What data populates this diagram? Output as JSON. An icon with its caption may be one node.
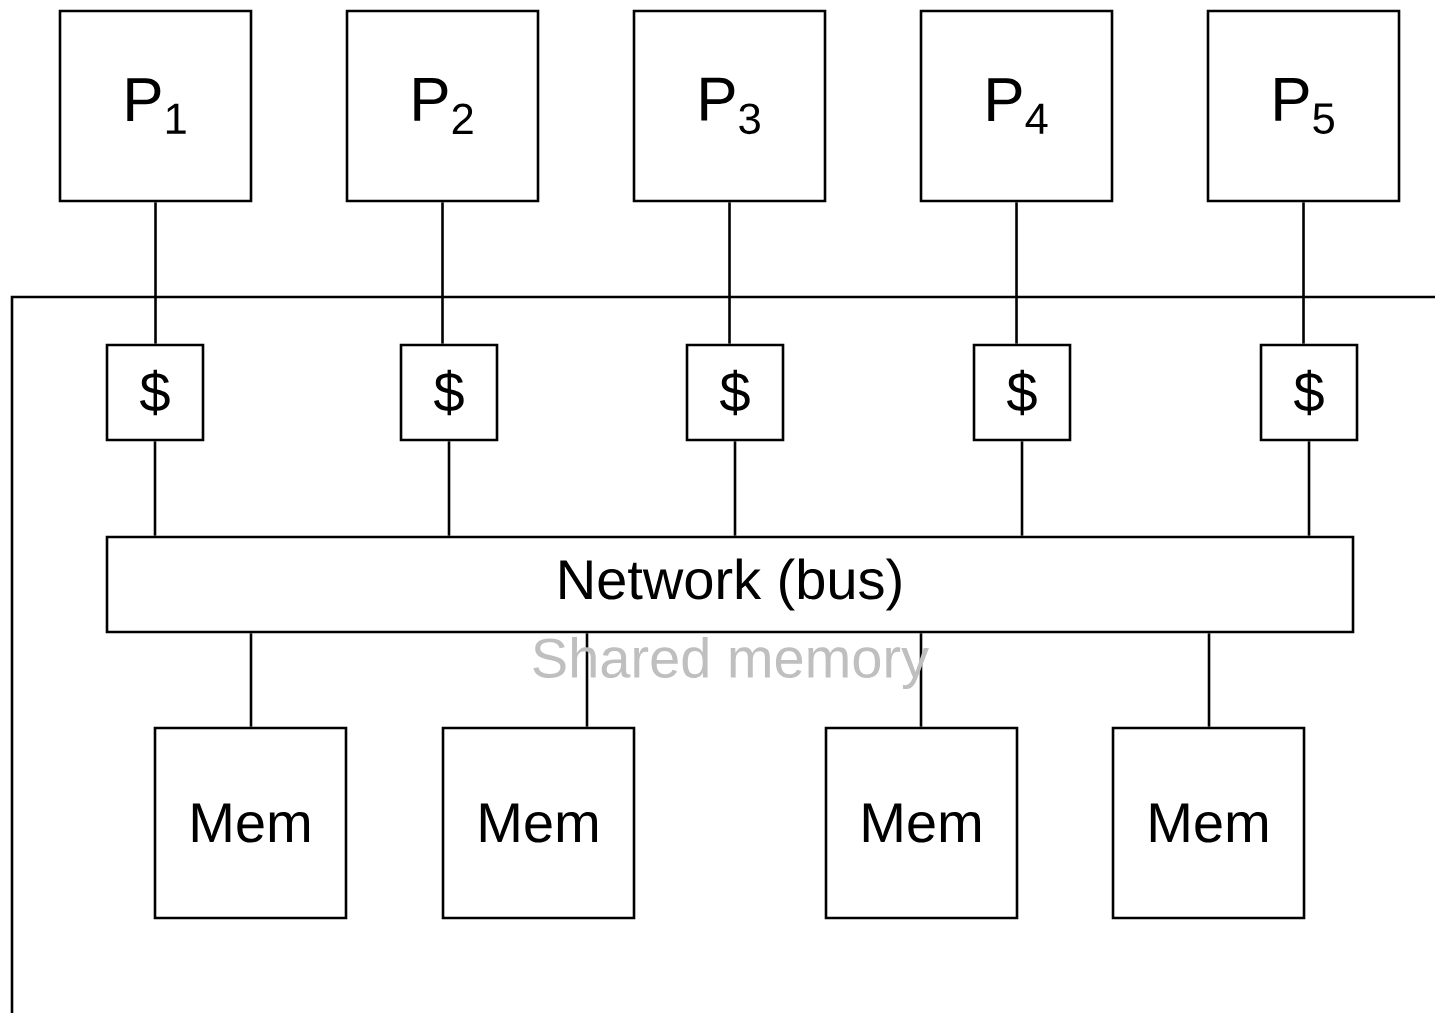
{
  "diagram": {
    "nodes": [
      {
        "text": [
          "P$_{1}$"
        ]
      },
      {
        "text": [
          "P$_{2}$"
        ]
      },
      {
        "text": [
          "P$_{3}$"
        ]
      },
      {
        "text": [
          "P$_{4}$"
        ]
      },
      {
        "text": [
          "P$_{5}$"
        ]
      },
      {
        "text": [
          "$"
        ]
      },
      {
        "text": [
          "$"
        ]
      },
      {
        "text": [
          "$"
        ]
      },
      {
        "text": [
          "$"
        ]
      },
      {
        "text": [
          "$"
        ]
      },
      {
        "text": [
          "Network (bus)"
        ]
      },
      {
        "text": [
          "Mem"
        ]
      },
      {
        "text": [
          "Mem"
        ]
      },
      {
        "text": [
          "Mem"
        ]
      },
      {
        "text": [
          "Mem"
        ]
      }
    ],
    "edges": [
      {
        "from": 0,
        "to": 5,
        "arrow": "none"
      },
      {
        "from": 1,
        "to": 6,
        "arrow": "none"
      },
      {
        "from": 2,
        "to": 7,
        "arrow": "none"
      },
      {
        "from": 3,
        "to": 8,
        "arrow": "none"
      },
      {
        "from": 4,
        "to": 9,
        "arrow": "none"
      },
      {
        "from": 5,
        "to": 10,
        "arrow": "none"
      },
      {
        "from": 6,
        "to": 10,
        "arrow": "none"
      },
      {
        "from": 7,
        "to": 10,
        "arrow": "none"
      },
      {
        "from": 8,
        "to": 10,
        "arrow": "none"
      },
      {
        "from": 9,
        "to": 10,
        "arrow": "none"
      },
      {
        "from": 10,
        "to": 11,
        "arrow": "none"
      },
      {
        "from": 10,
        "to": 12,
        "arrow": "none"
      },
      {
        "from": 10,
        "to": 13,
        "arrow": "none"
      },
      {
        "from": 10,
        "to": 14,
        "arrow": "none"
      }
    ],
    "labels": [
      "Shared memory"
    ]
  }
}
